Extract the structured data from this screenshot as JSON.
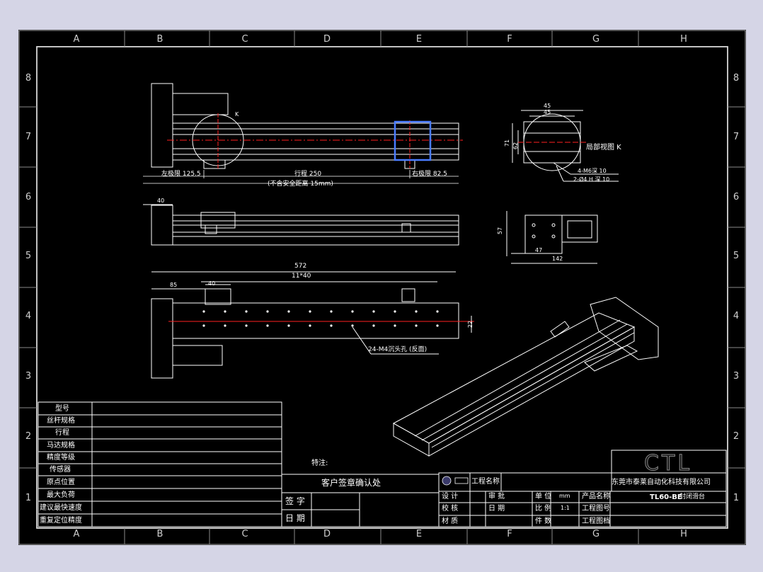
{
  "sheet": {
    "columns": [
      "A",
      "B",
      "C",
      "D",
      "E",
      "F",
      "G",
      "H"
    ],
    "rows": [
      "8",
      "7",
      "6",
      "5",
      "4",
      "3",
      "2",
      "1"
    ]
  },
  "front_view": {
    "k_mark": "K",
    "left_limit": "左极限 125.5",
    "stroke": "行程 250",
    "right_limit": "右极限 82.5",
    "note": "(不含安全距离 15mm)"
  },
  "top_view": {
    "dim_40": "40"
  },
  "bottom_view": {
    "overall": "572",
    "pitch": "11*40",
    "dim_85": "85",
    "dim_40": "40",
    "dim_22": "22",
    "holes_note": "24-M4沉头孔 (反面)"
  },
  "end_view": {
    "dim_45a": "45",
    "dim_45b": "45",
    "dim_71": "71",
    "dim_62": "62",
    "detail_label": "局部视图 K",
    "holes1": "4-M6深 10",
    "holes2": "2-Ø4 H 深 10"
  },
  "side_view": {
    "dim_57": "57",
    "dim_47": "47",
    "dim_142": "142"
  },
  "spec_table": {
    "rows": [
      "型号",
      "丝杆规格",
      "行程",
      "马达规格",
      "精度等级",
      "传感器",
      "原点位置",
      "最大负荷",
      "建议最快速度",
      "重复定位精度"
    ]
  },
  "notes_label": "特注:",
  "customer": {
    "title": "客户签章确认处",
    "sign": "签 字",
    "date": "日 期"
  },
  "title_block": {
    "project_name": "工程名称",
    "design": "设 计",
    "review": "审 批",
    "unit": "单 位",
    "unit_value": "mm",
    "product_name": "产品名称",
    "check": "校 核",
    "date": "日 期",
    "scale": "比 例",
    "scale_value": "1:1",
    "drawing_no": "工程图号",
    "material": "材 质",
    "pieces": "件 数",
    "archive": "工程图档",
    "logo": "CTL",
    "company": "东莞市泰莱自动化科技有限公司",
    "model": "TL60-BE",
    "model_suffix": "封闭滑台"
  },
  "colors": {
    "line": "#ffffff",
    "centerline": "#ff2020",
    "highlight": "#4a7cff",
    "border": "#d8d8d8"
  }
}
